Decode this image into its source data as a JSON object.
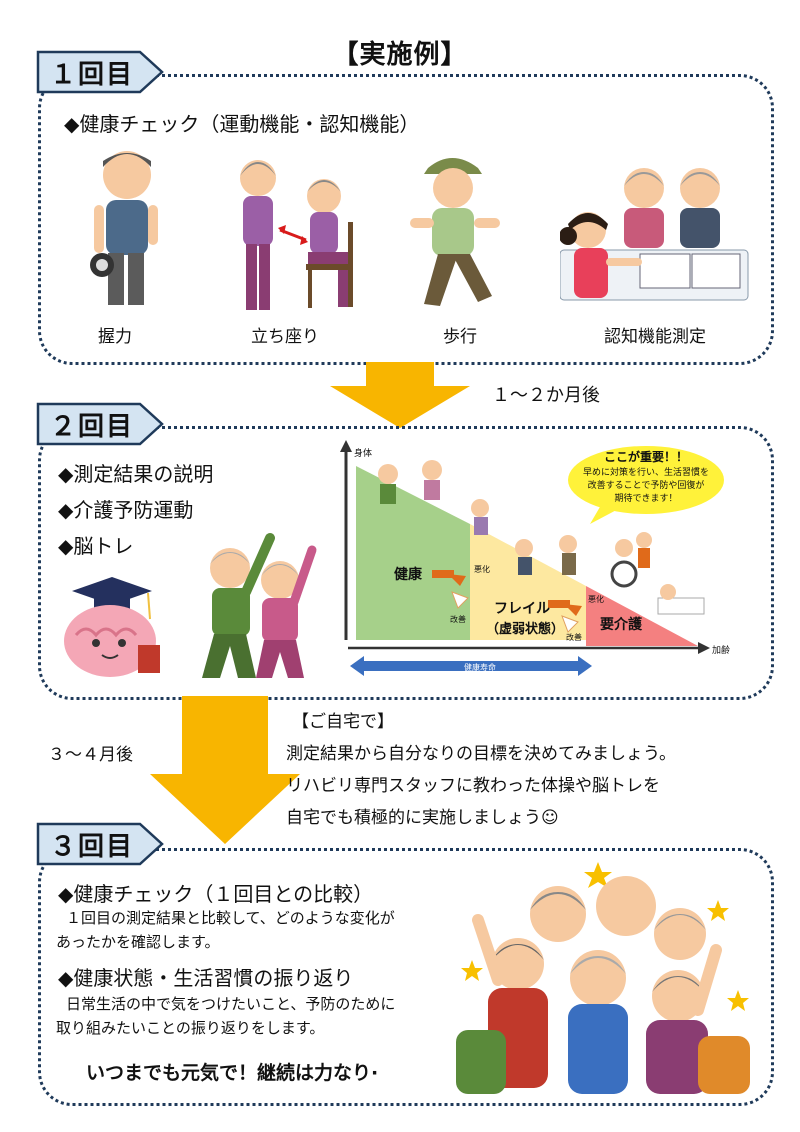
{
  "title": "【実施例】",
  "session1": {
    "tab": "１回目",
    "heading": "◆健康チェック（運動機能・認知機能）",
    "items": [
      {
        "label": "握力",
        "icon": "grip-strength-person-icon"
      },
      {
        "label": "立ち座り",
        "icon": "sit-stand-person-icon"
      },
      {
        "label": "歩行",
        "icon": "walking-person-icon"
      },
      {
        "label": "認知機能測定",
        "icon": "cognitive-test-icon"
      }
    ]
  },
  "interval1": "１～２か月後",
  "session2": {
    "tab": "２回目",
    "items": [
      "◆測定結果の説明",
      "◆介護予防運動",
      "◆脳トレ"
    ],
    "diagram": {
      "y_axis": "身体",
      "x_axis": "加齢",
      "stage_health": "健康",
      "stage_frail_1": "フレイル",
      "stage_frail_2": "（虚弱状態）",
      "stage_care": "要介護",
      "worsen1": "悪化",
      "worsen2": "悪化",
      "improve1": "改善",
      "improve2": "改善",
      "life_span": "健康寿命",
      "bubble_title": "ここが重要！！",
      "bubble_line1": "早めに対策を行い、生活習慣を",
      "bubble_line2": "改善することで予防や回復が",
      "bubble_line3": "期待できます！"
    }
  },
  "interval2": "３～４月後",
  "home": {
    "heading": "【ご自宅で】",
    "line1": "測定結果から自分なりの目標を決めてみましょう。",
    "line2": "リハビリ専門スタッフに教わった体操や脳トレを",
    "line3": "自宅でも積極的に実施しましょう☺"
  },
  "session3": {
    "tab": "３回目",
    "heading1": "◆健康チェック（１回目との比較）",
    "text1a": "１回目の測定結果と比較して、どのような変化が",
    "text1b": "あったかを確認します。",
    "heading2": "◆健康状態・生活習慣の振り返り",
    "text2a": "日常生活の中で気をつけたいこと、予防のために",
    "text2b": "取り組みたいことの振り返りをします。",
    "slogan": "いつまでも元気で！継続は力なり·"
  },
  "colors": {
    "arrow": "#f8b500",
    "frame": "#1f3a5a",
    "tab": "#d4e4f2",
    "health": "#a6d08a",
    "frail": "#fde8a0",
    "care": "#f48080"
  }
}
